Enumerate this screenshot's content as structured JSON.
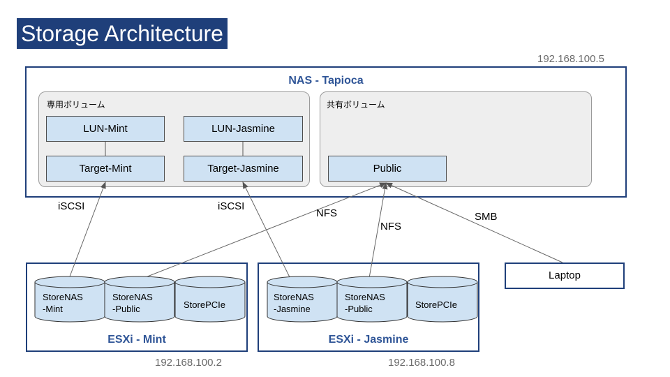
{
  "title": "Storage Architecture",
  "nas": {
    "ip": "192.168.100.5",
    "name": "NAS - Tapioca",
    "dedicated_label": "専用ボリューム",
    "shared_label": "共有ボリューム",
    "lun_mint": "LUN-Mint",
    "lun_jasmine": "LUN-Jasmine",
    "target_mint": "Target-Mint",
    "target_jasmine": "Target-Jasmine",
    "public": "Public"
  },
  "protocols": {
    "iscsi_1": "iSCSI",
    "iscsi_2": "iSCSI",
    "nfs_1": "NFS",
    "nfs_2": "NFS",
    "smb": "SMB"
  },
  "esxi_mint": {
    "name": "ESXi - Mint",
    "ip": "192.168.100.2",
    "disks": [
      {
        "line1": "StoreNAS",
        "line2": "-Mint"
      },
      {
        "line1": "StoreNAS",
        "line2": "-Public"
      },
      {
        "line1": "StorePCIe",
        "line2": ""
      }
    ]
  },
  "esxi_jasmine": {
    "name": "ESXi - Jasmine",
    "ip": "192.168.100.8",
    "disks": [
      {
        "line1": "StoreNAS",
        "line2": "-Jasmine"
      },
      {
        "line1": "StoreNAS",
        "line2": "-Public"
      },
      {
        "line1": "StorePCIe",
        "line2": ""
      }
    ]
  },
  "laptop": "Laptop",
  "colors": {
    "title_bg": "#1f3f7a",
    "host_border": "#1f3f7a",
    "host_label": "#2f5597",
    "box_fill": "#cfe2f3",
    "group_fill": "#eeeeee"
  }
}
